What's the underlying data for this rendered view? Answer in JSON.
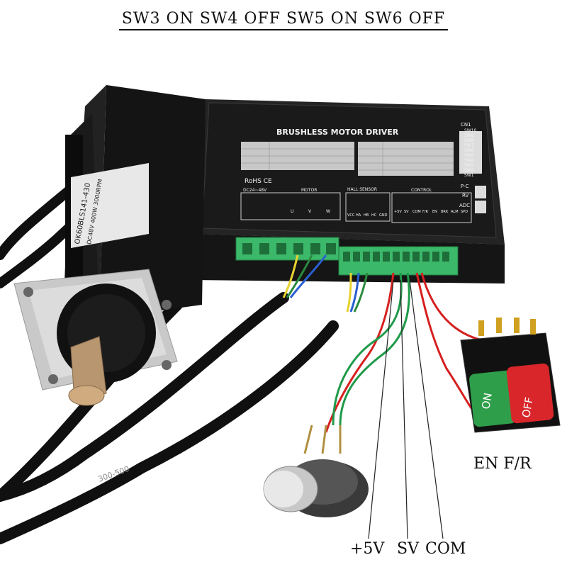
{
  "title": "SW3  ON  SW4  OFF  SW5  ON  SW6  OFF",
  "driver": {
    "heading": "BRUSHLESS MOTOR DRIVER",
    "rohs": "RoHS  CE",
    "cn1": "CN1",
    "switches": [
      "SW10",
      "SW9",
      "SW8",
      "SW7",
      "SW6",
      "SW5",
      "SW4",
      "SW3",
      "SW2",
      "SW1"
    ],
    "pc": "P-C",
    "rv": "RV",
    "adc": "ADC",
    "dc_label": "DC24~48V",
    "motor_label": "MOTOR",
    "hall_label": "HALL SENSOR",
    "control_label": "CONTROL",
    "motor_pins": [
      "U",
      "V",
      "W"
    ],
    "hall_pins": [
      "VCC",
      "HA",
      "HB",
      "HC",
      "GND"
    ],
    "control_pins": [
      "+5V",
      "SV",
      "COM",
      "F/R",
      "EN",
      "BRK",
      "ALM",
      "SPD"
    ]
  },
  "motor": {
    "label_line1": "OK60BLS141-430",
    "label_line2": "DC48V 400W 3000RPM"
  },
  "switch_button": {
    "on": "ON",
    "off": "OFF"
  },
  "cable_text": "300-500",
  "labels": {
    "en_fr": "EN F/R",
    "plus5v": "+5V",
    "sv": "SV",
    "com": "COM"
  },
  "colors": {
    "driver_body": "#1a1a1a",
    "terminal_green": "#3cb86a",
    "button_green": "#2e9e4a",
    "button_red": "#d8262b",
    "wire_red": "#d62020",
    "wire_green": "#1f9a4a"
  }
}
